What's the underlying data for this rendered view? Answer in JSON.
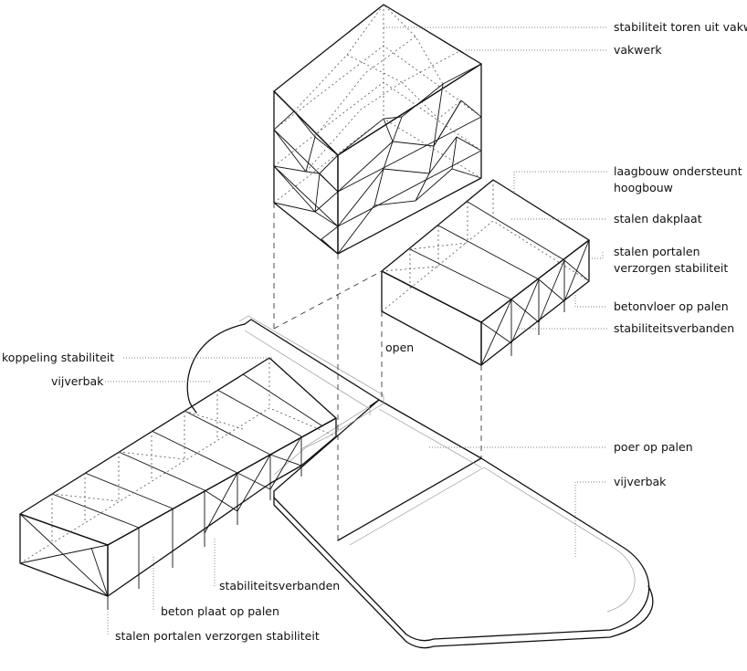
{
  "labels": {
    "tower_stability": "stabiliteit toren uit vakwerk",
    "truss": "vakwerk",
    "lowrise_supports_line1": "laagbouw ondersteunt",
    "lowrise_supports_line2": "hoogbouw",
    "steel_roof_deck": "stalen dakplaat",
    "steel_frames_line1": "stalen portalen",
    "steel_frames_line2": "verzorgen stabiliteit",
    "concrete_floor_piles": "betonvloer op palen",
    "bracing_right": "stabiliteitsverbanden",
    "open": "open",
    "coupling_stability": "koppeling stabiliteit",
    "pond_box_left": "vijverbak",
    "pile_cap": "poer op palen",
    "pond_box_right": "vijverbak",
    "bracing_bottom": "stabiliteitsverbanden",
    "concrete_slab_piles": "beton plaat op palen",
    "steel_frames_bottom": "stalen portalen verzorgen stabiliteit"
  }
}
